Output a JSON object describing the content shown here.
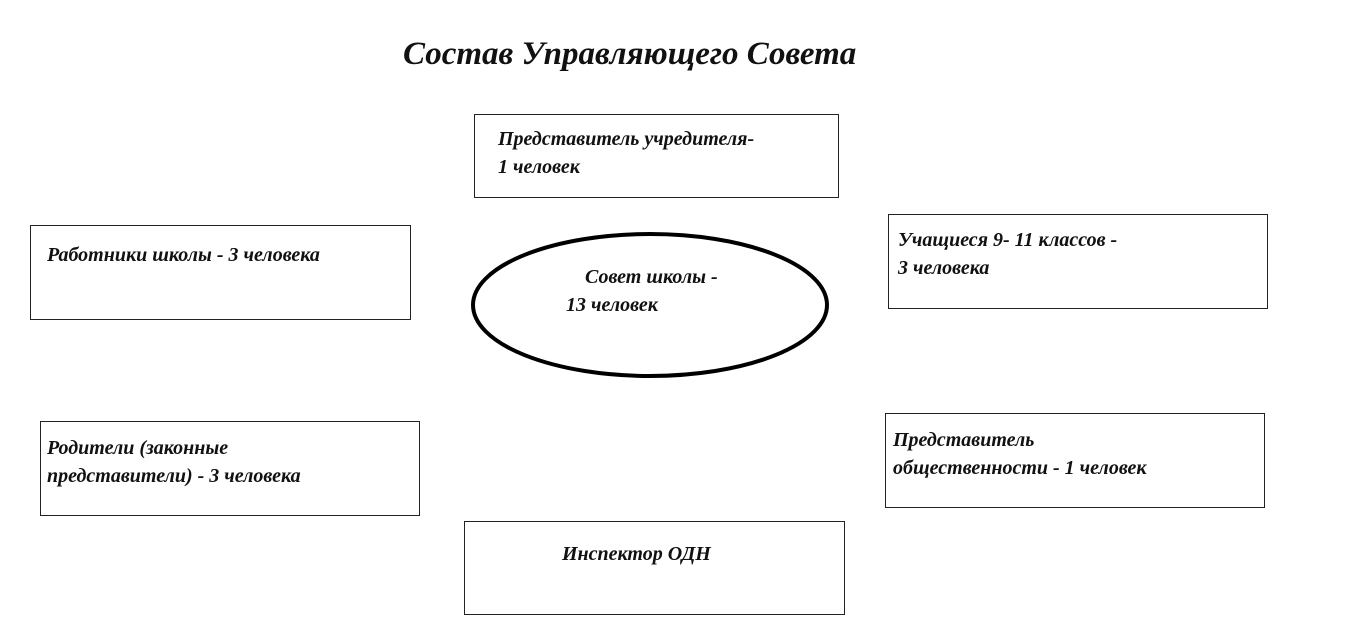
{
  "title": "Состав Управляющего Совета",
  "center": {
    "line1": "Совет школы -",
    "line2": "13 человек"
  },
  "boxes": {
    "founder": {
      "line1": "Представитель учредителя-",
      "line2": "1 человек"
    },
    "staff": {
      "line1": "Работники школы - 3 человека"
    },
    "students": {
      "line1": "Учащиеся 9- 11 классов -",
      "line2": "3 человека"
    },
    "parents": {
      "line1": "Родители (законные",
      "line2": "представители) - 3 человека"
    },
    "public": {
      "line1": "Представитель",
      "line2": "общественности - 1 человек"
    },
    "inspector": {
      "line1": "Инспектор ОДН"
    }
  }
}
